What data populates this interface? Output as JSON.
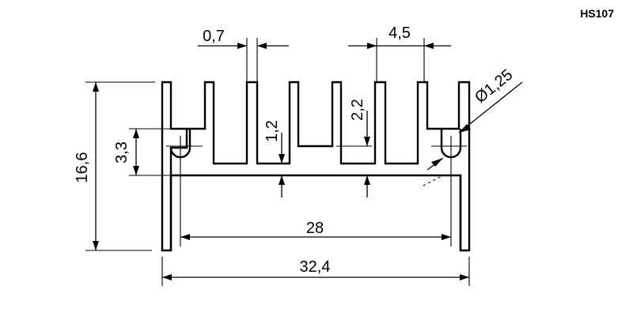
{
  "code": "HS107",
  "dimensions": {
    "fin_thickness": "0,7",
    "fin_pitch": "4,5",
    "hole_diameter": "Ø1,25",
    "overall_height": "16,6",
    "hole_offset": "3,3",
    "small_step": "1,2",
    "fin_gap_depth": "2,2",
    "inner_width": "28",
    "overall_width": "32,4"
  },
  "colors": {
    "line": "#000000",
    "background": "#ffffff"
  }
}
